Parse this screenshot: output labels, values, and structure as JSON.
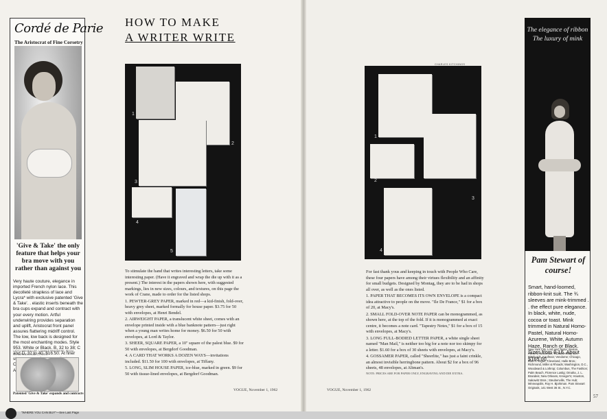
{
  "left_ad": {
    "brand": "Cordé de Parie",
    "subtitle": "The Aristocrat of Fine Corsetry",
    "headline": "'Give & Take' the only feature that helps your bra move with you rather than against you",
    "body": "Very haute couture, elegance in imported French nylon lace. This decolleté strapless of lace and Lycra* with exclusive patented 'Give & Take'. . elastic inserts beneath the bra cups expand and contract with your every motion. Artful underwiring provides separation and uplift, Aristocrat front panel assures flattering midriff control. The low, low back is designed for the most enchanting modes. Style 953. White or Black. B, 32 to 38; C and D, 32 to 40. $16.50. At finer stores everywhere or write to: Cordé de Parie, Inc. 102 Madison Ave., N.Y. 16, N.Y.",
    "small_caption": "LADY LYNN ROLLER, LOVABLE BRASSIERE, REGAL, SCHIAPARELLI AND OTHERS",
    "patented": "Patented 'Give & Take' expands and contracts",
    "seal_tag": "\"WHERE YOU CAN BUY\"—See Last Page"
  },
  "article": {
    "title_line1": "HOW TO MAKE",
    "title_line2": "A WRITER WRITE",
    "photo_numbers_left": [
      "1",
      "2",
      "3",
      "4",
      "5"
    ],
    "photo_numbers_right": [
      "1",
      "2",
      "3",
      "4"
    ],
    "photo_credit": "CHARLES KITCHINGS",
    "left_intro": "To stimulate the hand that writes interesting letters, take some interesting paper. (Have it engraved and wrap the die up with it as a present.) The interest in the papers shown here, with suggested markings, lies in new sizes, colours, and textures, on this page the work of Crane, made to order for the listed shops.",
    "left_items": [
      "1. PEWTER-GREY PAPER, marked in red—a kid-finish, fold-over, heavy grey sheet, marked formally for house paper. $3.75 for 50 with envelopes, at Henri Bendel.",
      "2. AIRWEIGHT PAPER, a translucent white sheet, comes with an envelope printed inside with a blue banknote pattern—just right when a young man writes home for money. $6.50 for 50 with envelopes, at Lord & Taylor.",
      "3. SHEER, SQUARE PAPER, a 10\" square of the palest blue. $9 for 50 with envelopes, at Bergdorf Goodman.",
      "4. A CARD THAT WORKS A DOZEN WAYS—invitations included. $11.50 for 100 with envelopes, at Tiffany.",
      "5. LONG, SLIM HOUSE PAPER, ice-blue, marked in green. $9 for 50 with tissue-lined envelopes, at Bergdorf Goodman."
    ],
    "right_intro": "For fast thank yous and keeping in touch with People Who Care, these four papers have among their virtues flexibility and an affinity for small budgets. Designed by Montag, they are to be had in shops all over, as well as the ones listed.",
    "right_items": [
      "1. PAPER THAT BECOMES ITS OWN ENVELOPE is a compact idea attractive to people on the move. \"Ile De France,\" $1 for a box of 20, at Macy's.",
      "2. SMALL FOLD-OVER NOTE PAPER can be monogrammed, as shown here, at the top of the fold. If it is monogrammed at exact centre, it becomes a note card. \"Tapestry Notes,\" $1 for a box of 15 with envelopes, at Macy's.",
      "3. LONG FULL-BODIED LETTER PAPER, a white single sheet named \"Man Mail,\" is neither too big for a note nor too skimpy for a letter. $1.60 for a box of 30 sheets with envelopes, at Macy's.",
      "4. GOSSAMER PAPER, called \"Sheerlite,\" has just a faint crinkle, an almost invisible herringbone pattern. About $2 for a box of 96 sheets, 48 envelopes, at Altman's."
    ],
    "price_note": "NOTE: PRICES ARE FOR PAPER ONLY, ENGRAVING AND DIE EXTRA."
  },
  "footer": {
    "left_folio": "VOGUE, November 1, 1962",
    "right_folio": "VOGUE, November 1, 1962",
    "page_number": "57"
  },
  "right_ad": {
    "tagline": "The elegance of ribbon The luxury of mink",
    "brand": "Pam Stewart of course!",
    "body": "Smart, hand-loomed, ribbon-knit suit. The ¾ sleeves are mink-trimmed . . the effect pure elegance. In black, white, nude, cocoa or toast. Mink trimmed in Natural Homo-Pastel, Natural Homo-Azurene, White, Autumn Haze, Ranch or Black. Sizes from 8-16. About $165.00.",
    "stores": "New York City, Lord and Taylor; Boston, Filene's; Worcester, Richard Healy Co.; Pittsburgh, Kaufman; Vendome; Chicago, Blum's Vogue; Cleveland, Halle Bros.; Richmond, Miller & Rhoads; Washington, D.C., Woodward & Lothrop; Columbus, The Fashion; Palm Beach, Florence Lustig; Omaha, J. L. Brandeis; New Orleans, Kreeger's; Houston, Sakowitz Bros.; Steubenville, The Hub; Minneapolis, Roy H. Bjorkman. Pam Stewart Originals, 141 West 36 St., N.Y.C."
  }
}
